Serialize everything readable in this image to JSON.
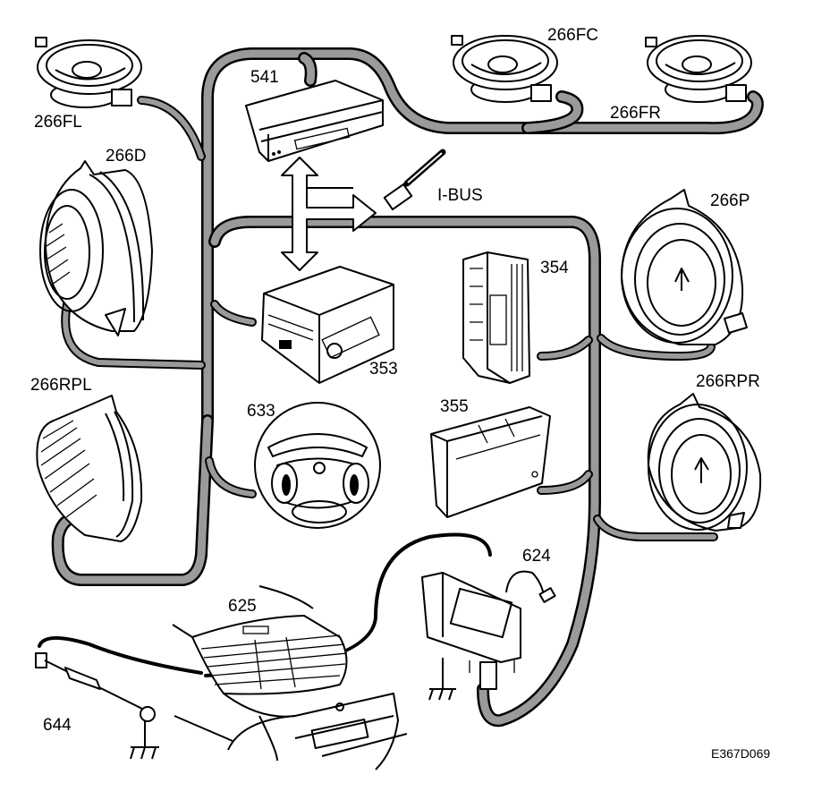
{
  "diagram": {
    "title": "Audio system component overview",
    "reference_code": "E367D069",
    "components": {
      "speaker_front_left": "266FL",
      "speaker_front_center": "266FC",
      "speaker_front_right": "266FR",
      "speaker_door": "266D",
      "speaker_parcel_shelf": "266P",
      "speaker_rear_left": "266RPL",
      "speaker_rear_right": "266RPR",
      "radio_display": "541",
      "radio_unit": "353",
      "amplifier": "354",
      "cd_changer": "355",
      "steering_wheel_controls": "633",
      "antenna_amplifier": "624",
      "rear_window_antenna": "625",
      "antenna_ground_lead": "644"
    },
    "bus_label": "I-BUS"
  }
}
